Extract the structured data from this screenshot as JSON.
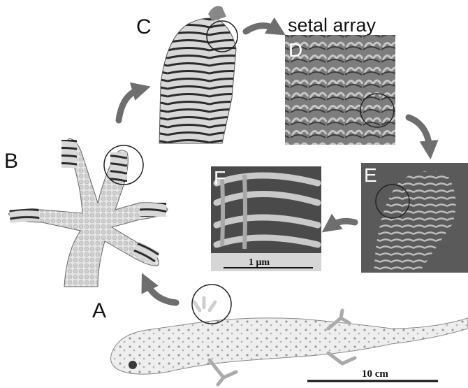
{
  "title": "setal array",
  "panels": {
    "a": "A",
    "b": "B",
    "c": "C",
    "d": "D",
    "e": "E",
    "f": "F"
  },
  "scale_bars": {
    "gecko": "10 cm",
    "micro": "1 μm"
  },
  "colors": {
    "arrow": "#6e6e6e",
    "circle": "#222222",
    "sem_dark": "#3a3a3a",
    "sem_mid": "#8c8c8c"
  }
}
